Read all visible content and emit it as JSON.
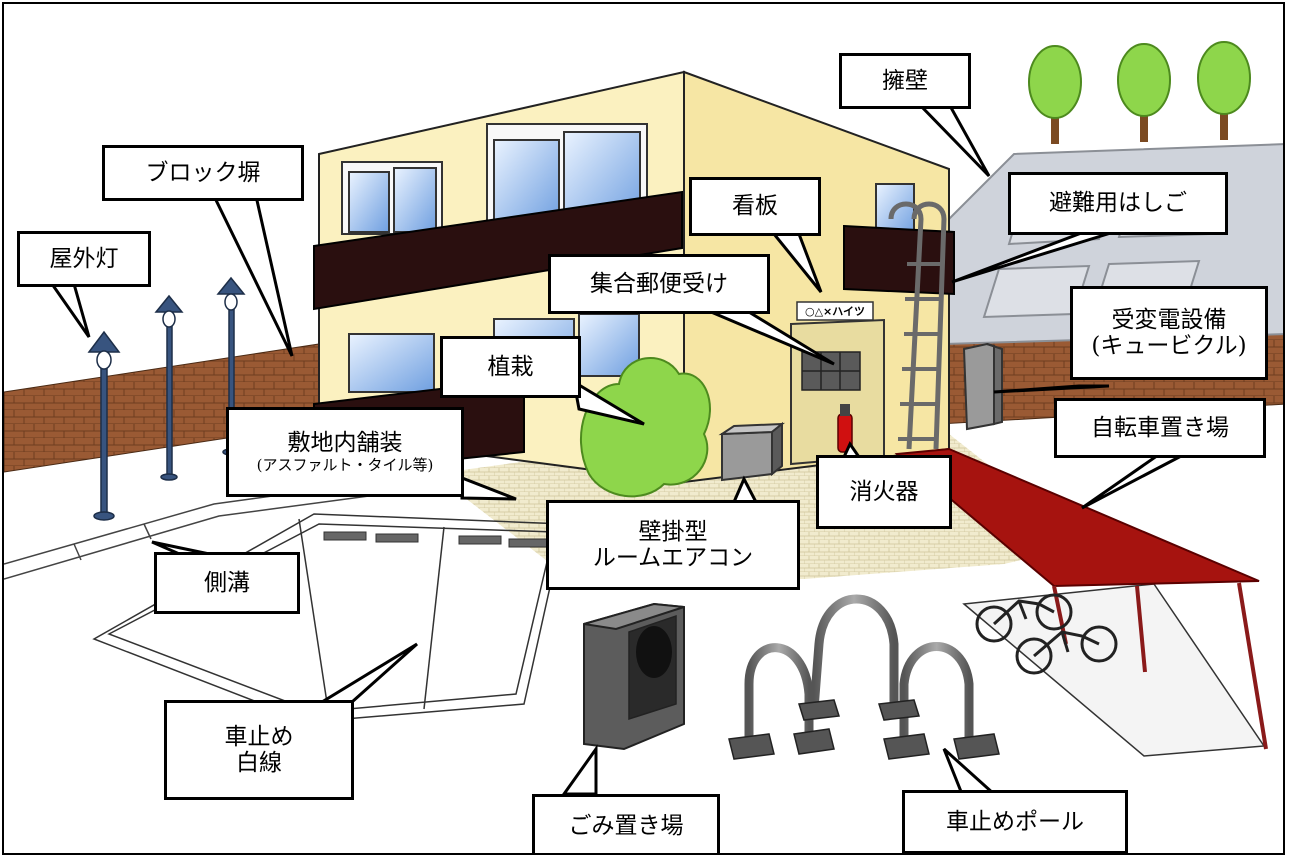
{
  "labels": {
    "outdoor_light": "屋外灯",
    "block_wall": "ブロック塀",
    "signboard": "看板",
    "retaining_wall": "擁壁",
    "escape_ladder": "避難用はしご",
    "mailbox": "集合郵便受け",
    "planting": "植栽",
    "paving": "敷地内舗装",
    "paving_sub": "(アスファルト・タイル等)",
    "substation_1": "受変電設備",
    "substation_2": "(キュービクル)",
    "bicycle_parking": "自転車置き場",
    "wall_aircon_1": "壁掛型",
    "wall_aircon_2": "ルームエアコン",
    "extinguisher": "消火器",
    "gutter": "側溝",
    "parking_line_1": "車止め",
    "parking_line_2": "白線",
    "garbage": "ごみ置き場",
    "bollard": "車止めポール"
  },
  "building_sign": "○△×ハイツ",
  "colors": {
    "building_wall": "#fbf1c0",
    "balcony": "#2a0f0f",
    "brick": "#9a5a34",
    "tree_green": "#8ed64b",
    "carport_red": "#a6130f",
    "retaining_wall": "#cfd3db"
  }
}
